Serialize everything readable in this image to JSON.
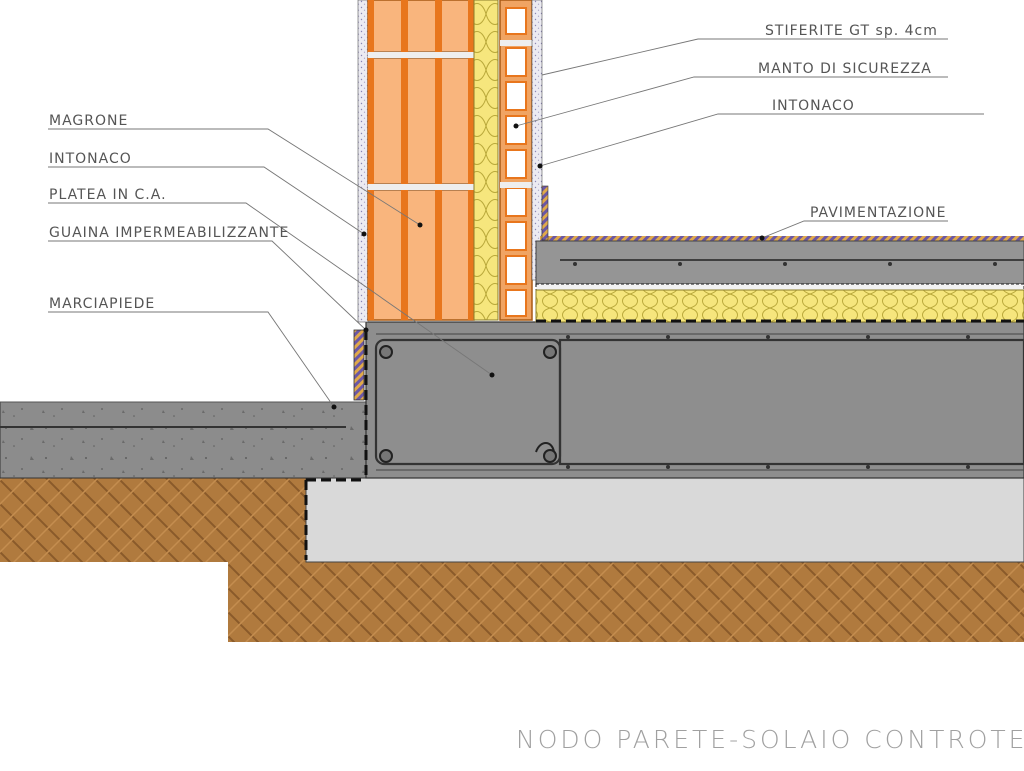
{
  "title": "NODO PARETE-SOLAIO CONTROTERRA",
  "labels_left": {
    "magrone": "MAGRONE",
    "intonaco": "INTONACO",
    "platea": "PLATEA IN C.A.",
    "guaina": "GUAINA IMPERMEABILIZZANTE",
    "marciapiede": "MARCIAPIEDE"
  },
  "labels_right": {
    "stiferite": "STIFERITE GT sp. 4cm",
    "manto": "MANTO DI SICUREZZA",
    "intonaco": "INTONACO",
    "pavimentazione": "PAVIMENTAZIONE"
  },
  "colors": {
    "brick": "#f9b57d",
    "brick_dark": "#e8761d",
    "insulation": "#f6e67d",
    "concrete": "#8c8c8c",
    "slab": "#8e8e8e",
    "magrone": "#d9d9d9",
    "soil": "#b07a3e",
    "plaster": "#ecebf2",
    "membrane": "#6b57a5"
  }
}
